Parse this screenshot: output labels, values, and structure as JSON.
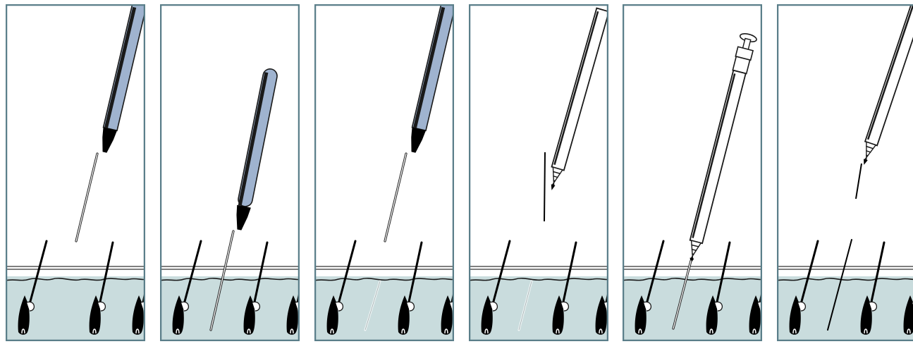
{
  "figure": {
    "type": "hair-transplant-implanter-sequence",
    "panel_count": 6,
    "colors": {
      "frame": "#5b7f8a",
      "skin": "#c9dcdd",
      "skin_line": "#1a1a1a",
      "surface_line": "#555555",
      "hair": "#000000",
      "pen_blue": "#9fb3cf",
      "outline": "#1a1a1a",
      "background": "#ffffff"
    },
    "panels": [
      {
        "id": 1,
        "tool": "blue-pen-implanter",
        "graft": "hair-in-needle",
        "state": "hovering"
      },
      {
        "id": 2,
        "tool": "blue-pen-implanter",
        "graft": "hair-in-needle",
        "state": "inserted"
      },
      {
        "id": 3,
        "tool": "blue-pen-implanter",
        "graft": "hair-implanted",
        "state": "withdrawn"
      },
      {
        "id": 4,
        "tool": "white-syringe-implanter",
        "graft": "hair-implanted-and-hair-in-needle",
        "state": "hovering"
      },
      {
        "id": 5,
        "tool": "white-syringe-implanter-with-plunger",
        "graft": "hair-in-needle",
        "state": "inserted"
      },
      {
        "id": 6,
        "tool": "white-syringe-implanter",
        "graft": "hair-implanted",
        "state": "withdrawn"
      }
    ]
  }
}
